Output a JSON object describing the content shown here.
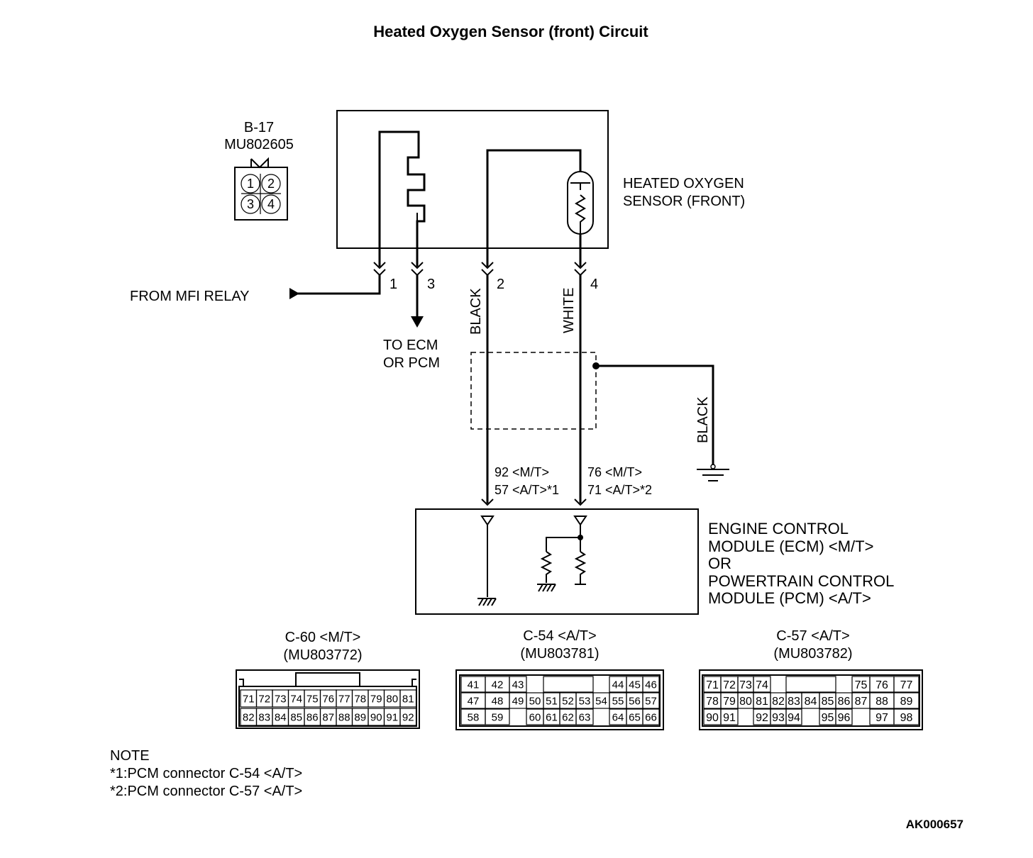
{
  "title": "Heated Oxygen Sensor (front) Circuit",
  "connector_b17": {
    "id": "B-17",
    "part": "MU802605",
    "pins": [
      "1",
      "2",
      "3",
      "4"
    ]
  },
  "sensor_label": [
    "HEATED OXYGEN",
    "SENSOR (FRONT)"
  ],
  "relay_label": "FROM MFI RELAY",
  "ecm_feed_label": [
    "TO ECM",
    "OR PCM"
  ],
  "sensor_pins": {
    "p1": "1",
    "p3": "3",
    "p2": "2",
    "p4": "4"
  },
  "wire_colors": {
    "pin2": "BLACK",
    "pin4": "WHITE",
    "shield_ground": "BLACK"
  },
  "ecm_pins": {
    "left_mt": "92 <M/T>",
    "left_at": "57 <A/T>*1",
    "right_mt": "76 <M/T>",
    "right_at": "71 <A/T>*2"
  },
  "ecm_label": [
    "ENGINE CONTROL",
    "MODULE (ECM) <M/T>",
    "OR",
    "POWERTRAIN CONTROL",
    "MODULE (PCM) <A/T>"
  ],
  "connectors": {
    "c60": {
      "name": "C-60 <M/T>",
      "part": "(MU803772)",
      "row1": [
        "71",
        "72",
        "73",
        "74",
        "75",
        "76",
        "77",
        "78",
        "79",
        "80",
        "81"
      ],
      "row2": [
        "82",
        "83",
        "84",
        "85",
        "86",
        "87",
        "88",
        "89",
        "90",
        "91",
        "92"
      ]
    },
    "c54": {
      "name": "C-54 <A/T>",
      "part": "(MU803781)",
      "row1": [
        "41",
        "42",
        "43",
        "44",
        "45",
        "46"
      ],
      "row2": [
        "47",
        "48",
        "49",
        "50",
        "51",
        "52",
        "53",
        "54",
        "55",
        "56",
        "57"
      ],
      "row3": [
        "58",
        "59",
        "60",
        "61",
        "62",
        "63",
        "64",
        "65",
        "66"
      ]
    },
    "c57": {
      "name": "C-57 <A/T>",
      "part": "(MU803782)",
      "row1": [
        "71",
        "72",
        "73",
        "74",
        "75",
        "76",
        "77"
      ],
      "row2": [
        "78",
        "79",
        "80",
        "81",
        "82",
        "83",
        "84",
        "85",
        "86",
        "87",
        "88",
        "89"
      ],
      "row3": [
        "90",
        "91",
        "92",
        "93",
        "94",
        "95",
        "96",
        "97",
        "98"
      ]
    }
  },
  "note": {
    "heading": "NOTE",
    "lines": [
      "*1:PCM connector C-54 <A/T>",
      "*2:PCM connector C-57 <A/T>"
    ]
  },
  "figure_code": "AK000657"
}
